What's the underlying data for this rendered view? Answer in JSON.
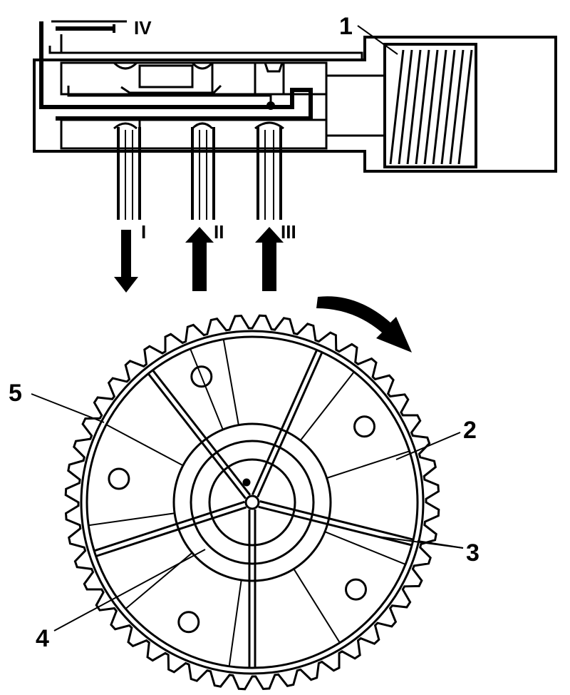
{
  "diagram": {
    "callouts": {
      "solenoid": "1",
      "rotor_vane": "2",
      "oil_channel": "3",
      "hub": "4",
      "sprocket": "5"
    },
    "ports": {
      "port_1": "I",
      "port_2": "II",
      "port_3": "III",
      "port_4": "IV"
    },
    "colors": {
      "line": "#000000",
      "background": "#ffffff"
    }
  }
}
